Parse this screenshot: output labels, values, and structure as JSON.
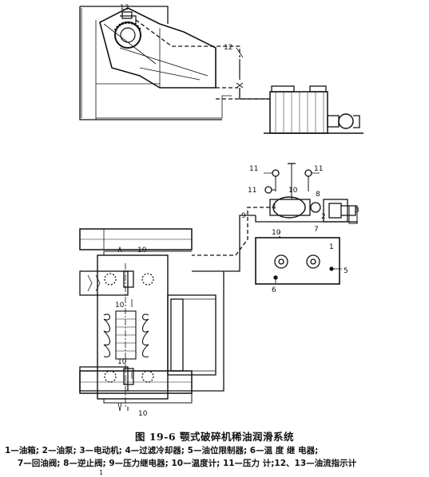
{
  "labels": {
    "n13": "13",
    "n12": "12",
    "n11a": "11",
    "n11b": "11",
    "n11c": "11",
    "n10a": "10",
    "n10b": "10",
    "n10c": "10",
    "n10d": "10",
    "n10e": "10",
    "n10f": "10",
    "n9": "9",
    "n8": "8",
    "n7": "7",
    "n4": "4",
    "n2": "2",
    "n3": "3",
    "n1": "1",
    "n5": "5",
    "n6": "6"
  },
  "caption": "图 19-6   颚式破碎机稀油润滑系统",
  "legend_line1": "1—油箱; 2—油泵; 3—电动机; 4—过滤冷却器; 5—油位限制器; 6—温 度 继 电器;",
  "legend_line2": "7—回油阀; 8—逆止阀; 9—压力继电器; 10—温度计; 11—压力 计;12、13—油流指示计",
  "page_mark": "1"
}
